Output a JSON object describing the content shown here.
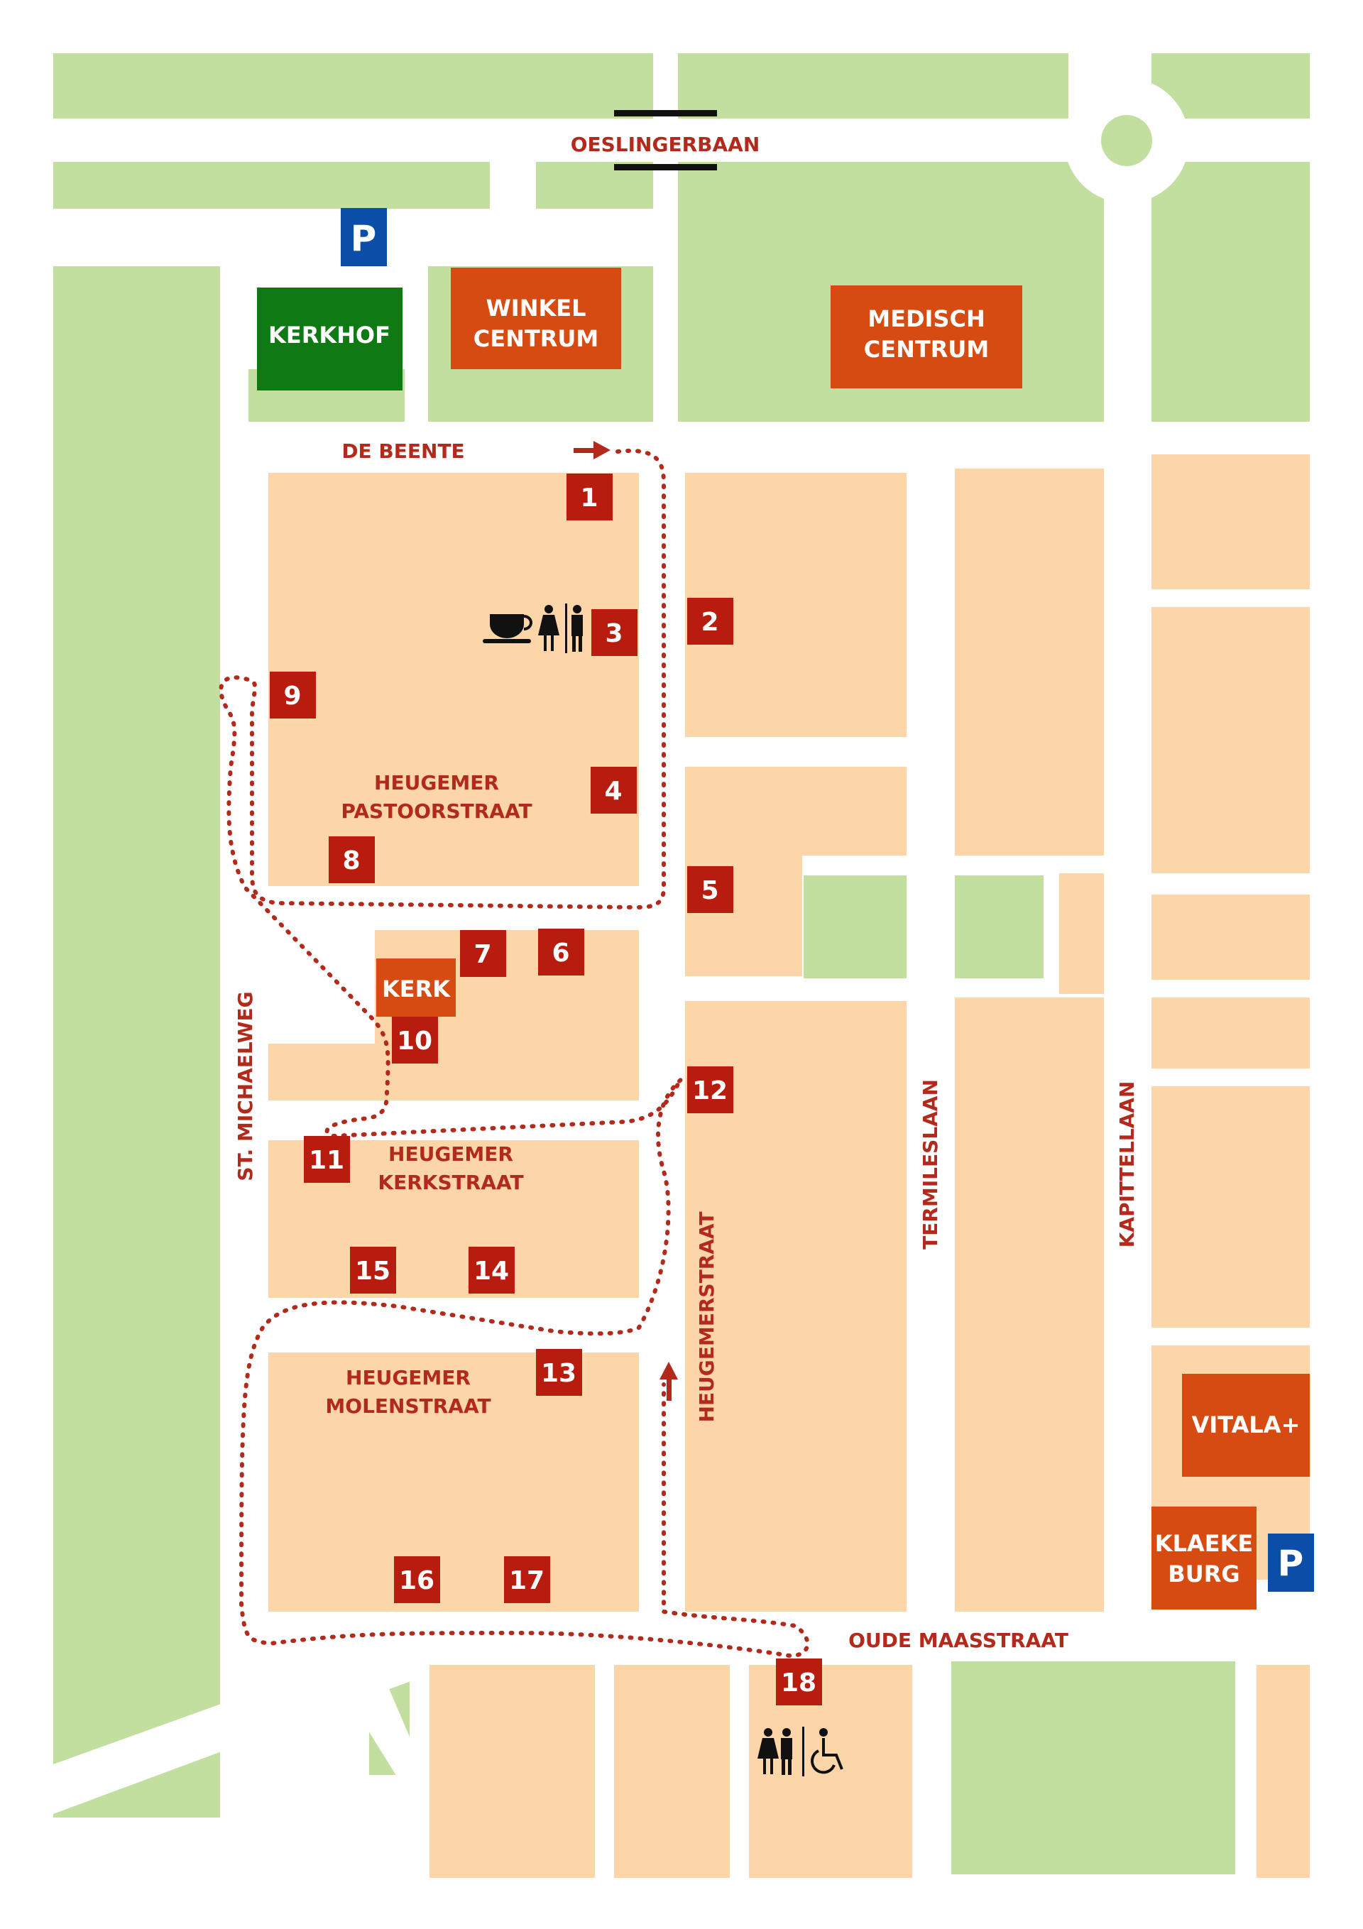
{
  "colors": {
    "grass": "#c2df9f",
    "block": "#fcd5a8",
    "road": "#ffffff",
    "orange": "#d64b12",
    "green": "#0f7a14",
    "marker": "#b71c0e",
    "parking": "#0b4ea8",
    "text_red": "#b22a1c"
  },
  "streets": {
    "oeslingerbaan": "OESLINGERBAAN",
    "de_beente": "DE BEENTE",
    "st_michaelweg": "ST. MICHAELWEG",
    "heugemerstraat": "HEUGEMERSTRAAT",
    "termileslaan": "TERMILESLAAN",
    "kapittellaan": "KAPITTELLAAN",
    "oude_maasstraat": "OUDE MAASSTRAAT"
  },
  "districts": {
    "pastoorstraat": [
      "HEUGEMER",
      "PASTOORSTRAAT"
    ],
    "kerkstraat": [
      "HEUGEMER",
      "KERKSTRAAT"
    ],
    "molenstraat": [
      "HEUGEMER",
      "MOLENSTRAAT"
    ]
  },
  "buildings": {
    "kerkhof": "KERKHOF",
    "winkel": [
      "WINKEL",
      "CENTRUM"
    ],
    "medisch": [
      "MEDISCH",
      "CENTRUM"
    ],
    "kerk": "KERK",
    "vitala": "VITALA+",
    "klaeke": [
      "KLAEKE",
      "BURG"
    ]
  },
  "parking_label": "P",
  "markers": [
    "1",
    "2",
    "3",
    "4",
    "5",
    "6",
    "7",
    "8",
    "9",
    "10",
    "11",
    "12",
    "13",
    "14",
    "15",
    "16",
    "17",
    "18"
  ],
  "icons": [
    "coffee-icon",
    "toilet-icon",
    "wheelchair-icon",
    "parking-icon",
    "arrow-icon"
  ]
}
